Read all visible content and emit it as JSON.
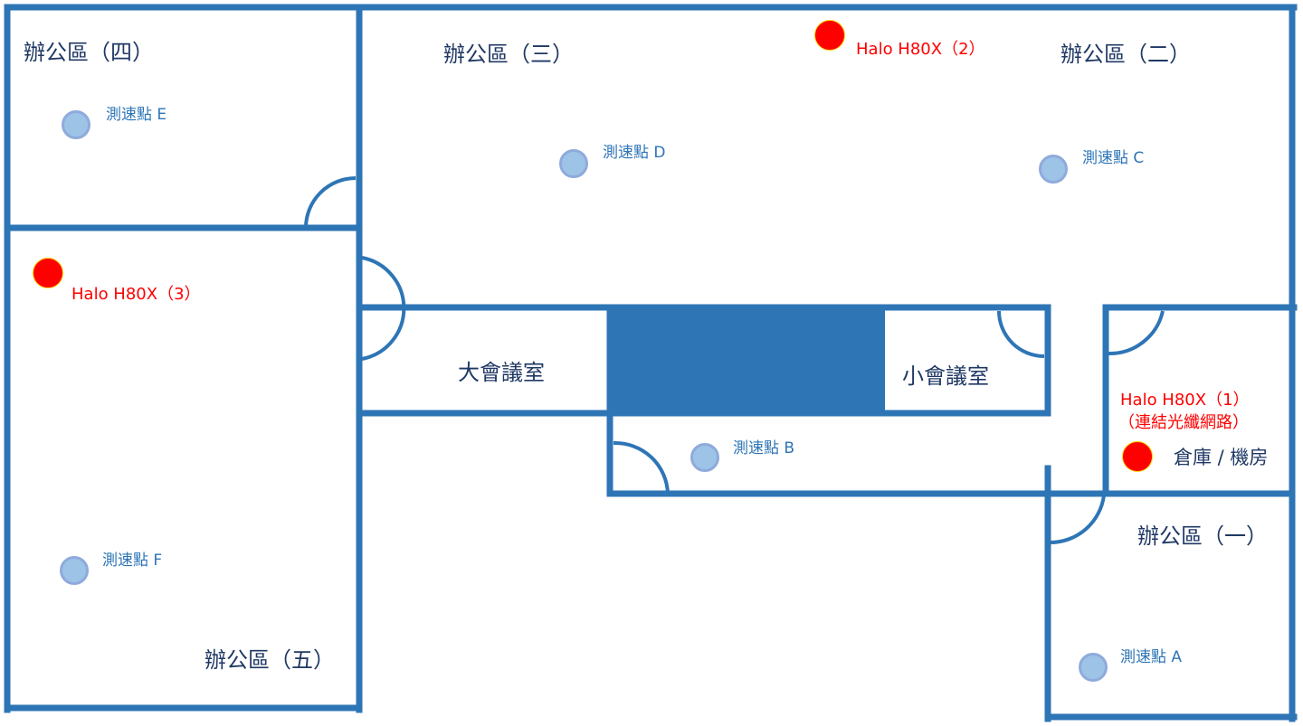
{
  "rooms": {
    "office1": "辦公區（一）",
    "office2": "辦公區（二）",
    "office3": "辦公區（三）",
    "office4": "辦公區（四）",
    "office5": "辦公區（五）",
    "large_meeting": "大會議室",
    "small_meeting": "小會議室",
    "storage": "倉庫 / 機房"
  },
  "speed_points": {
    "a": "測速點 A",
    "b": "測速點 B",
    "c": "測速點 C",
    "d": "測速點 D",
    "e": "測速點 E",
    "f": "測速點 F"
  },
  "access_points": {
    "ap1": "Halo H80X（1）",
    "ap1_note": "（連結光纖網路）",
    "ap2": "Halo H80X（2）",
    "ap3": "Halo H80X（3）"
  },
  "colors": {
    "wall": "#2e75b6",
    "access_point": "#ff0000",
    "speed_point": "#9dc3e6"
  }
}
